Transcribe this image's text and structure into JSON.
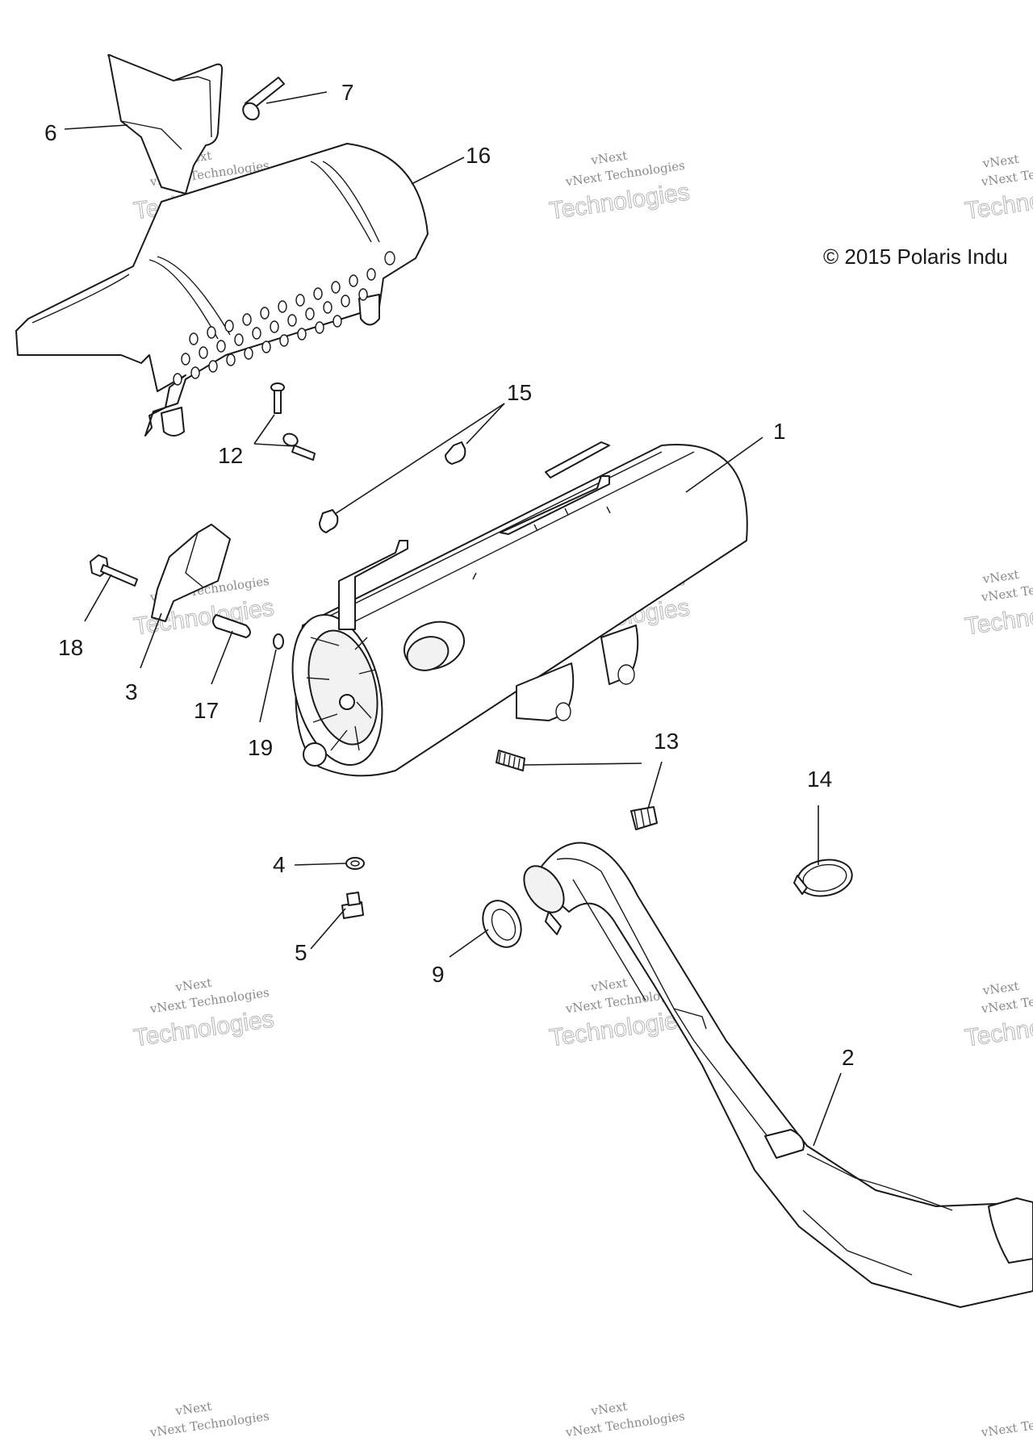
{
  "copyright": "© 2015 Polaris Indu",
  "watermark": {
    "line1": "vNext Technologies",
    "line2": "Technologies",
    "brand_top": "vNext"
  },
  "callouts": [
    {
      "id": "c1",
      "label": "1"
    },
    {
      "id": "c2",
      "label": "2"
    },
    {
      "id": "c3",
      "label": "3"
    },
    {
      "id": "c4",
      "label": "4"
    },
    {
      "id": "c5",
      "label": "5"
    },
    {
      "id": "c6",
      "label": "6"
    },
    {
      "id": "c7",
      "label": "7"
    },
    {
      "id": "c9",
      "label": "9"
    },
    {
      "id": "c12",
      "label": "12"
    },
    {
      "id": "c13",
      "label": "13"
    },
    {
      "id": "c14",
      "label": "14"
    },
    {
      "id": "c15",
      "label": "15"
    },
    {
      "id": "c16",
      "label": "16"
    },
    {
      "id": "c17",
      "label": "17"
    },
    {
      "id": "c18",
      "label": "18"
    },
    {
      "id": "c19",
      "label": "19"
    }
  ]
}
